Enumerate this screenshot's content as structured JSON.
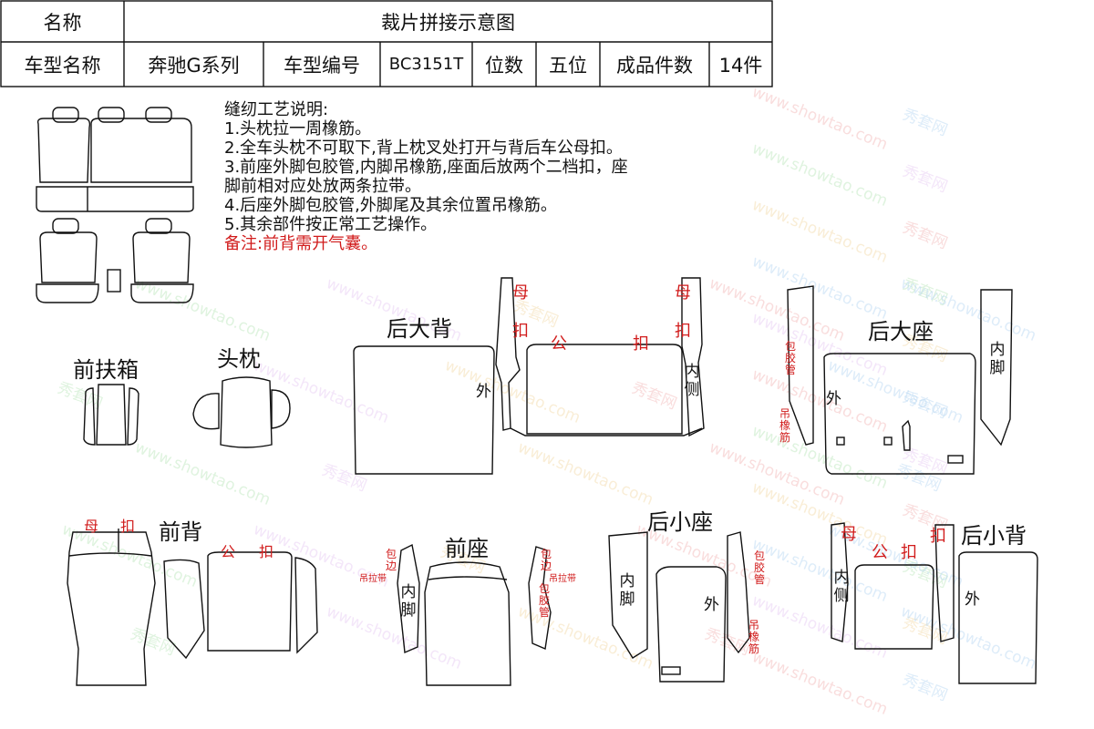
{
  "header": {
    "name_label": "名称",
    "title": "裁片拼接示意图",
    "model_name_label": "车型名称",
    "model_name": "奔驰G系列",
    "model_code_label": "车型编号",
    "model_code": "BC3151T",
    "seats_label": "位数",
    "seats": "五位",
    "pieces_label": "成品件数",
    "pieces": "14件"
  },
  "notes": {
    "heading": "缝纫工艺说明:",
    "items": [
      "1.头枕拉一周橡筋。",
      "2.全车头枕不可取下,背上枕叉处打开与背后车公母扣。",
      "3.前座外脚包胶管,内脚吊橡筋,座面后放两个二档扣，座",
      "脚前相对应处放两条拉带。",
      "4.后座外脚包胶管,外脚尾及其余位置吊橡筋。",
      "5.其余部件按正常工艺操作。"
    ],
    "remark": "备注:前背需开气囊。"
  },
  "pieces": {
    "front_armrest": "前扶箱",
    "headrest": "头枕",
    "rear_big_back": "后大背",
    "rear_big_seat": "后大座",
    "front_back": "前背",
    "front_seat": "前座",
    "rear_small_seat": "后小座",
    "rear_small_back": "后小背"
  },
  "marks": {
    "female": "母",
    "buckle": "扣",
    "male": "公",
    "outer": "外",
    "inner_foot": "内脚",
    "inner_side": "内侧",
    "wrap_tube": "包胶管",
    "hang_elastic": "吊橡筋",
    "pull_strap": "吊拉带",
    "wrap_side": "包边"
  },
  "watermark": {
    "site": "www.showtao.com",
    "brand": "秀套网"
  },
  "colors": {
    "line": "#111111",
    "accent_red": "#d11c1c"
  }
}
